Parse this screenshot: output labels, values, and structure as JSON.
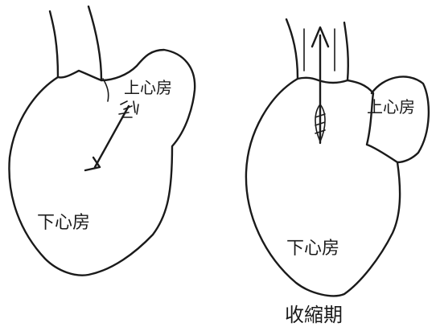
{
  "left_heart": {
    "upper_label": "上心房",
    "lower_label": "下心房"
  },
  "right_heart": {
    "upper_label": "上心房",
    "lower_label": "下心房",
    "caption": "收縮期"
  },
  "colors": {
    "ink": "#1a1a1a",
    "paper": "#ffffff"
  }
}
